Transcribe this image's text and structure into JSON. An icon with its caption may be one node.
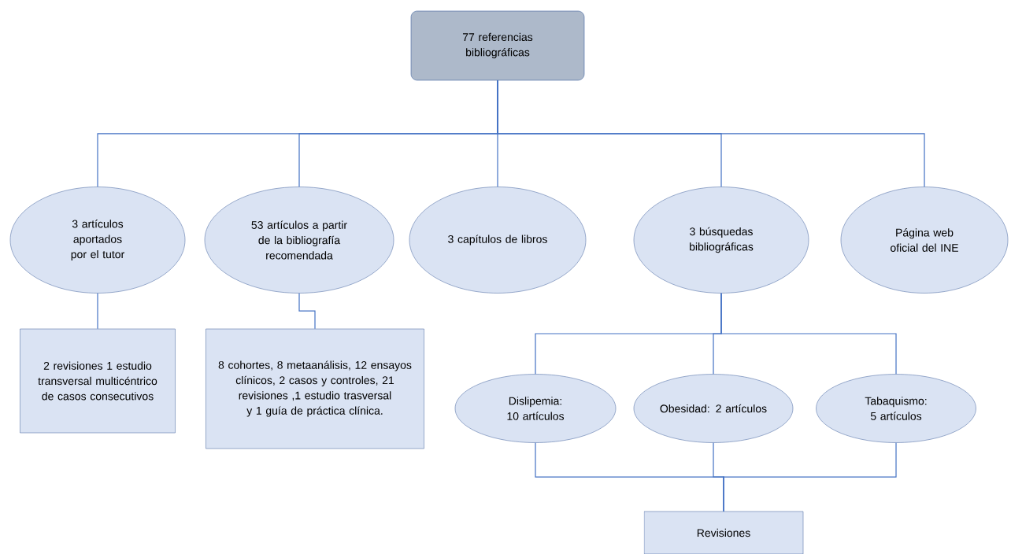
{
  "diagram": {
    "nodes": [
      {
        "text": [
          "77 referencias bibliográficas"
        ]
      },
      {
        "text": [
          "3 artículos aportados por el tutor"
        ]
      },
      {
        "text": [
          "53 artículos a partir de la bibliografía recomendada"
        ]
      },
      {
        "text": [
          "3 capítulos de libros"
        ]
      },
      {
        "text": [
          "3 búsquedas bibliográficas"
        ]
      },
      {
        "text": [
          "Página web oficial del INE"
        ]
      },
      {
        "text": [
          "2 revisiones 1 estudio transversal multicéntrico de casos consecutivos"
        ]
      },
      {
        "text": [
          "8 cohortes, 8 metaanálisis, 12 ensayos clínicos, 2 casos y controles, 21 revisiones ,1 estudio trasversal y 1 guía de práctica clínica."
        ]
      },
      {
        "text": [
          "Dislipemia: 10 artículos"
        ]
      },
      {
        "text": [
          "Obesidad: 2 artículos"
        ]
      },
      {
        "text": [
          "Tabaquismo: 5 artículos"
        ]
      },
      {
        "text": [
          "Revisiones"
        ]
      }
    ],
    "edges": [
      {
        "from": 0,
        "to": 1,
        "arrow": "none"
      },
      {
        "from": 0,
        "to": 2,
        "arrow": "none"
      },
      {
        "from": 0,
        "to": 3,
        "arrow": "none"
      },
      {
        "from": 0,
        "to": 4,
        "arrow": "none"
      },
      {
        "from": 0,
        "to": 5,
        "arrow": "none"
      },
      {
        "from": 1,
        "to": 6,
        "arrow": "none"
      },
      {
        "from": 2,
        "to": 7,
        "arrow": "none"
      },
      {
        "from": 4,
        "to": 8,
        "arrow": "none"
      },
      {
        "from": 4,
        "to": 9,
        "arrow": "none"
      },
      {
        "from": 4,
        "to": 10,
        "arrow": "none"
      },
      {
        "from": 8,
        "to": 11,
        "arrow": "none"
      },
      {
        "from": 9,
        "to": 11,
        "arrow": "none"
      },
      {
        "from": 10,
        "to": 11,
        "arrow": "none"
      }
    ]
  }
}
